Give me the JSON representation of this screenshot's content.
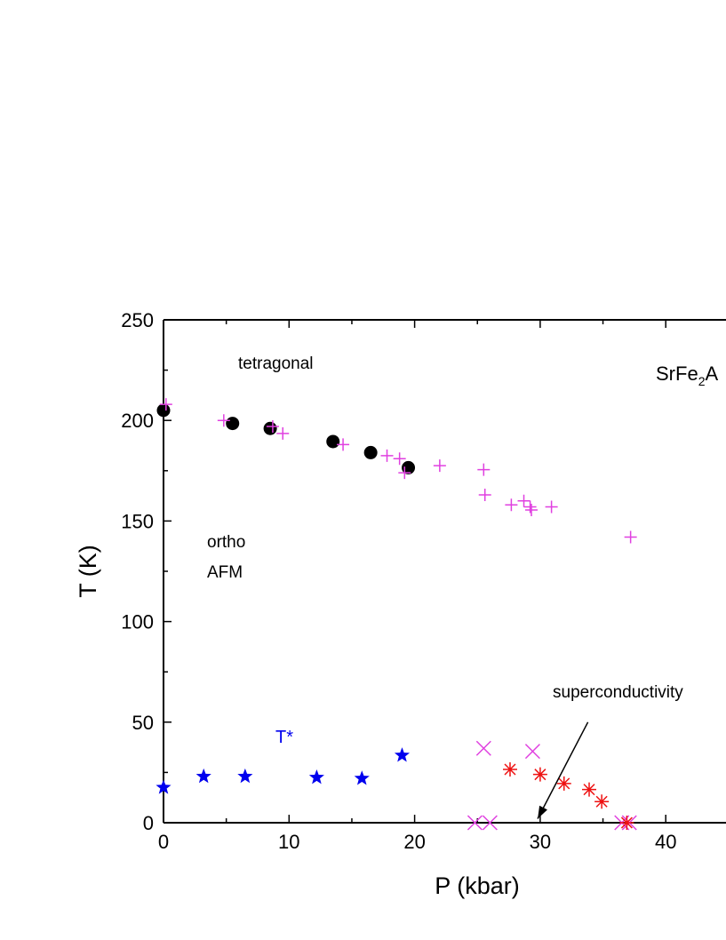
{
  "chart_data": {
    "type": "scatter",
    "xlabel": "P (kbar)",
    "ylabel": "T (K)",
    "xlim": [
      0,
      45
    ],
    "ylim": [
      0,
      250
    ],
    "x_ticks": [
      "0",
      "10",
      "20",
      "30",
      "40"
    ],
    "x_tick_values": [
      0,
      10,
      20,
      30,
      40
    ],
    "y_ticks": [
      "0",
      "50",
      "100",
      "150",
      "200",
      "250"
    ],
    "y_tick_values": [
      0,
      50,
      100,
      150,
      200,
      250
    ],
    "annotations": {
      "tetragonal": "tetragonal",
      "compound_main": "SrFe",
      "compound_sub": "2",
      "compound_tail": "A",
      "ortho": "ortho",
      "afm": "AFM",
      "tstar": "T*",
      "superconductivity": "superconductivity"
    },
    "series": [
      {
        "marker": "circle",
        "color": "#000000",
        "points": [
          [
            0,
            205
          ],
          [
            5.5,
            198.5
          ],
          [
            8.5,
            196
          ],
          [
            13.5,
            189.5
          ],
          [
            16.5,
            184
          ],
          [
            19.5,
            176.5
          ]
        ]
      },
      {
        "marker": "plus",
        "color": "#e040e0",
        "points": [
          [
            0.2,
            208
          ],
          [
            4.8,
            200
          ],
          [
            8.7,
            197
          ],
          [
            9.5,
            193.5
          ],
          [
            14.3,
            188
          ],
          [
            17.8,
            182.5
          ],
          [
            18.8,
            181
          ],
          [
            19.2,
            174
          ],
          [
            22,
            177.5
          ],
          [
            25.5,
            175.5
          ],
          [
            25.6,
            163
          ],
          [
            27.7,
            158
          ],
          [
            28.7,
            160
          ],
          [
            29.2,
            157
          ],
          [
            29.3,
            155.5
          ],
          [
            30.9,
            157
          ],
          [
            37.2,
            142
          ]
        ]
      },
      {
        "marker": "star",
        "color": "#0000ee",
        "points": [
          [
            0,
            17.5
          ],
          [
            3.2,
            23
          ],
          [
            6.5,
            23
          ],
          [
            12.2,
            22.5
          ],
          [
            15.8,
            22
          ],
          [
            19,
            33.5
          ]
        ]
      },
      {
        "marker": "x",
        "color": "#e040e0",
        "points": [
          [
            25.5,
            37
          ],
          [
            29.4,
            35.5
          ],
          [
            24.8,
            0
          ],
          [
            26,
            0
          ],
          [
            36.5,
            0
          ],
          [
            37.1,
            0
          ]
        ]
      },
      {
        "marker": "asterisk",
        "color": "#ee1111",
        "points": [
          [
            27.6,
            26.5
          ],
          [
            30,
            24
          ],
          [
            31.9,
            19.5
          ],
          [
            33.9,
            16.5
          ],
          [
            34.9,
            10.5
          ],
          [
            36.9,
            0
          ]
        ]
      }
    ],
    "arrow": {
      "from": [
        33.8,
        50
      ],
      "to": [
        29.8,
        2
      ]
    }
  }
}
